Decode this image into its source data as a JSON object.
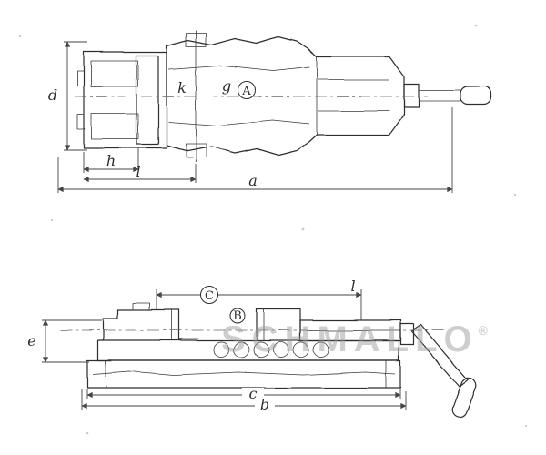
{
  "colors": {
    "paper": "#ffffff",
    "ink": "#2d2d2d",
    "dimension_line": "#454545",
    "watermark": "#9b9b9b"
  },
  "watermark": {
    "text": "SCHMALLO",
    "mark": "®"
  },
  "top_view": {
    "labels": {
      "d": "d",
      "k": "k",
      "g": "g",
      "h": "h",
      "l": "l",
      "a": "a",
      "callout_a": "A"
    }
  },
  "side_view": {
    "labels": {
      "e": "e",
      "l": "l",
      "c": "c",
      "b": "b",
      "callout_b": "B",
      "callout_c": "C"
    }
  }
}
